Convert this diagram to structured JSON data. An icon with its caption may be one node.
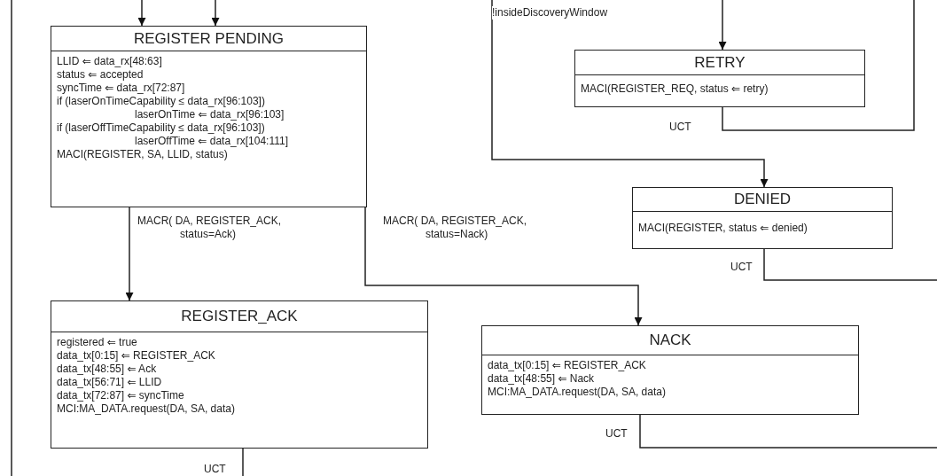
{
  "diagram": {
    "nodes": [
      {
        "text": [
          "REGISTER PENDING",
          "LLID ⇐ data_rx[48:63]",
          "status ⇐ accepted",
          "syncTime ⇐ data_rx[72:87]",
          "if (laserOnTimeCapability ≤ data_rx[96:103])",
          "laserOnTime ⇐ data_rx[96:103]",
          "if (laserOffTimeCapability ≤ data_rx[96:103])",
          "laserOffTime ⇐ data_rx[104:111]",
          "MACI(REGISTER, SA, LLID, status)"
        ]
      },
      {
        "text": [
          "RETRY",
          "MACI(REGISTER_REQ, status ⇐ retry)"
        ]
      },
      {
        "text": [
          "DENIED",
          "MACI(REGISTER, status ⇐ denied)"
        ]
      },
      {
        "text": [
          "REGISTER_ACK",
          "registered ⇐ true",
          "data_tx[0:15] ⇐ REGISTER_ACK",
          "data_tx[48:55] ⇐ Ack",
          "data_tx[56:71] ⇐ LLID",
          "data_tx[72:87] ⇐ syncTime",
          "MCI:MA_DATA.request(DA, SA, data)"
        ]
      },
      {
        "text": [
          "NACK",
          "data_tx[0:15] ⇐ REGISTER_ACK",
          "data_tx[48:55] ⇐ Nack",
          "MCI:MA_DATA.request(DA, SA, data)"
        ]
      }
    ],
    "edges": [
      {
        "from": null,
        "to": 0,
        "arrow": "to"
      },
      {
        "from": null,
        "to": 0,
        "arrow": "to"
      },
      {
        "from": null,
        "to": 1,
        "arrow": "to"
      },
      {
        "from": 1,
        "to": null,
        "arrow": "none",
        "label": "UCT"
      },
      {
        "from": null,
        "to": 2,
        "arrow": "to",
        "label": "!insideDiscoveryWindow"
      },
      {
        "from": 2,
        "to": null,
        "arrow": "none",
        "label": "UCT"
      },
      {
        "from": 0,
        "to": 3,
        "arrow": "to",
        "label": "MACR( DA, REGISTER_ACK, status=Ack)"
      },
      {
        "from": 0,
        "to": 4,
        "arrow": "to",
        "label": "MACR( DA, REGISTER_ACK, status=Nack)"
      },
      {
        "from": 4,
        "to": null,
        "arrow": "none",
        "label": "UCT"
      },
      {
        "from": 3,
        "to": null,
        "arrow": "none",
        "label": "UCT"
      }
    ]
  }
}
